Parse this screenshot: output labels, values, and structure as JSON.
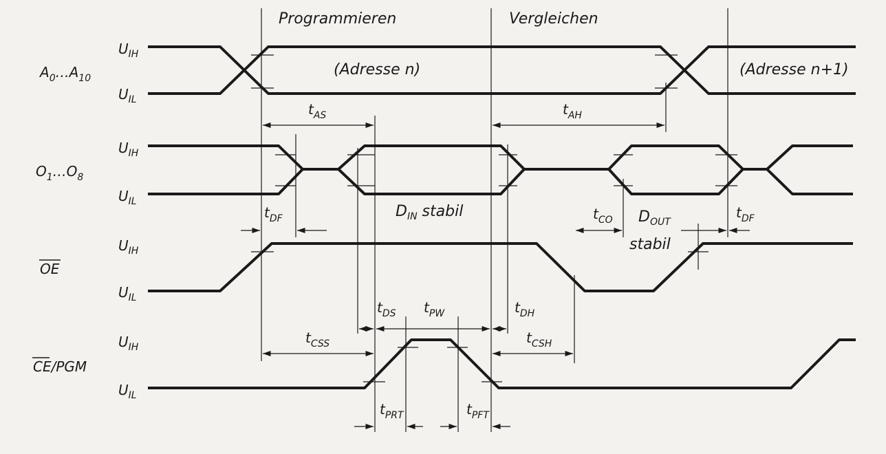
{
  "phases": {
    "program": "Programmieren",
    "verify": "Vergleichen"
  },
  "levels": {
    "high": "U",
    "high_sub": "IH",
    "low": "U",
    "low_sub": "IL"
  },
  "signals": {
    "address": {
      "name": "A",
      "sub1": "0",
      "dots": "…",
      "name2": "A",
      "sub2": "10"
    },
    "data": {
      "name": "O",
      "sub1": "1",
      "dots": "…",
      "name2": "O",
      "sub2": "8"
    },
    "oe": {
      "name": "OE"
    },
    "ce": {
      "name": "CE/PGM"
    }
  },
  "address_labels": {
    "first": "(Adresse n)",
    "second": "(Adresse n+1)"
  },
  "data_labels": {
    "din_main": "D",
    "din_sub": "IN",
    "din_rest": " stabil",
    "dout_main": "D",
    "dout_sub": "OUT",
    "dout_rest": "stabil"
  },
  "timing": {
    "t": "t",
    "as": "AS",
    "ah": "AH",
    "df": "DF",
    "co": "CO",
    "ds": "DS",
    "pw": "PW",
    "dh": "DH",
    "css": "CSS",
    "csh": "CSH",
    "prt": "PRT",
    "pft": "PFT"
  }
}
